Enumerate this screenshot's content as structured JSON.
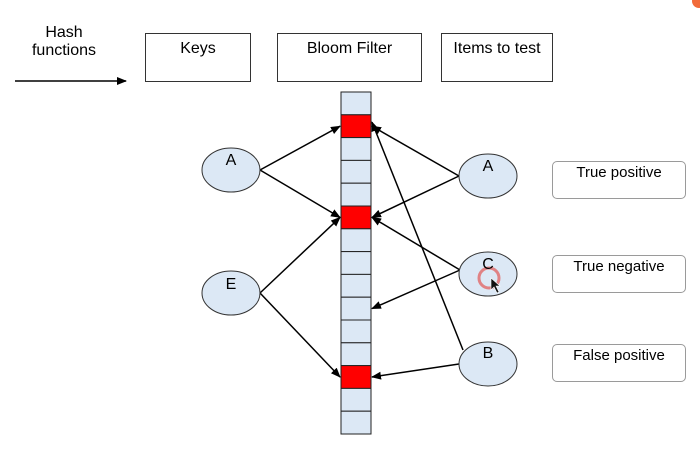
{
  "hash_functions": {
    "label": "Hash\nfunctions"
  },
  "headers": {
    "keys": "Keys",
    "bloom_filter": "Bloom Filter",
    "items_to_test": "Items to test"
  },
  "keys": [
    {
      "id": "A",
      "label": "A"
    },
    {
      "id": "E",
      "label": "E"
    }
  ],
  "test_items": [
    {
      "id": "A",
      "label": "A"
    },
    {
      "id": "C",
      "label": "C"
    },
    {
      "id": "B",
      "label": "B"
    }
  ],
  "outcomes": {
    "true_positive": "True positive",
    "true_negative": "True negative",
    "false_positive": "False positive"
  },
  "bloom_filter": {
    "cell_count": 15,
    "set_bits": [
      1,
      5,
      12
    ],
    "set_color": "#ff0000",
    "empty_color": "#dce8f5"
  },
  "colors": {
    "node_fill": "#dce8f5",
    "line": "#000000",
    "cursor_ring": "#e07070"
  },
  "edges": [
    {
      "from": "key-A",
      "to_bit": 1
    },
    {
      "from": "key-A",
      "to_bit": 5
    },
    {
      "from": "key-E",
      "to_bit": 5
    },
    {
      "from": "key-E",
      "to_bit": 12
    },
    {
      "from": "test-A",
      "to_bit": 1
    },
    {
      "from": "test-A",
      "to_bit": 5
    },
    {
      "from": "test-C",
      "to_bit": 5
    },
    {
      "from": "test-C",
      "to_bit": 9
    },
    {
      "from": "test-B",
      "to_bit": 1
    },
    {
      "from": "test-B",
      "to_bit": 12
    }
  ]
}
